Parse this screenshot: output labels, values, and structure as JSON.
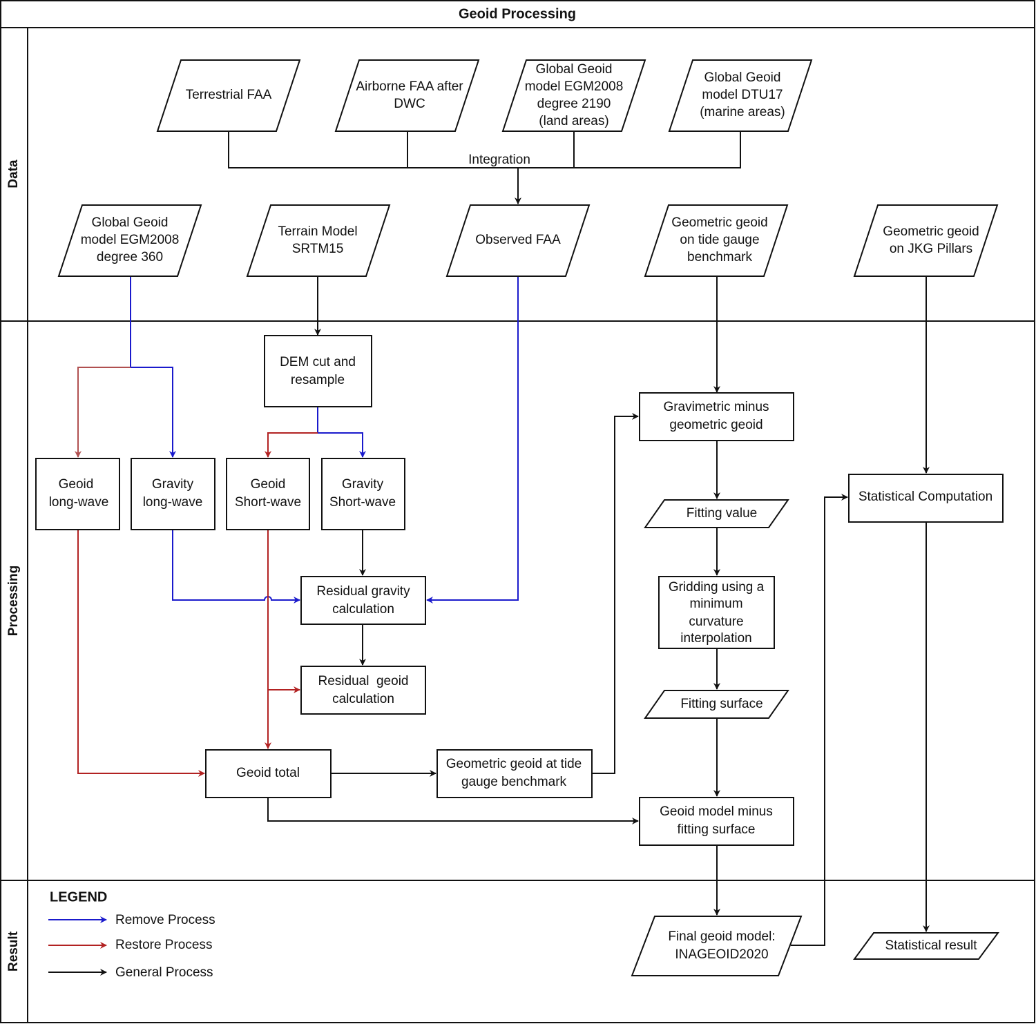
{
  "title": "Geoid Processing",
  "lanes": {
    "data": "Data",
    "processing": "Processing",
    "result": "Result"
  },
  "colors": {
    "remove": "#1a1acc",
    "restore": "#b22222",
    "general": "#111111",
    "restore_muted": "#b05050"
  },
  "nodes": {
    "terrestrial_faa": [
      "Terrestrial FAA"
    ],
    "airborne_faa": [
      "Airborne FAA after",
      "DWC"
    ],
    "egm2008_2190": [
      "Global Geoid",
      "model EGM2008",
      "degree 2190",
      "(land areas)"
    ],
    "dtu17": [
      "Global Geoid",
      "model DTU17",
      "(marine areas)"
    ],
    "integration": "Integration",
    "egm2008_360": [
      "Global Geoid",
      "model EGM2008",
      "degree 360"
    ],
    "srtm15": [
      "Terrain Model",
      "SRTM15"
    ],
    "observed_faa": [
      "Observed FAA"
    ],
    "geom_tide": [
      "Geometric geoid",
      "on tide gauge",
      "benchmark"
    ],
    "geom_jkg": [
      "Geometric geoid",
      "on JKG Pillars"
    ],
    "dem_cut": [
      "DEM cut and",
      "resample"
    ],
    "geoid_long": [
      "Geoid",
      "long-wave"
    ],
    "gravity_long": [
      "Gravity",
      "long-wave"
    ],
    "geoid_short": [
      "Geoid",
      "Short-wave"
    ],
    "gravity_short": [
      "Gravity",
      "Short-wave"
    ],
    "residual_gravity": [
      "Residual gravity",
      "calculation"
    ],
    "residual_geoid": [
      "Residual  geoid",
      "calculation"
    ],
    "geoid_total": [
      "Geoid total"
    ],
    "geom_at_tide": [
      "Geometric geoid at tide",
      "gauge benchmark"
    ],
    "grav_minus_geom": [
      "Gravimetric minus",
      "geometric geoid"
    ],
    "fitting_value": [
      "Fitting value"
    ],
    "gridding": [
      "Gridding using a",
      "minimum",
      "curvature",
      "interpolation"
    ],
    "fitting_surface": [
      "Fitting surface"
    ],
    "geoid_minus_fit": [
      "Geoid model minus",
      "fitting surface"
    ],
    "stat_comp": [
      "Statistical Computation"
    ],
    "final_geoid": [
      "Final geoid model:",
      "INAGEOID2020"
    ],
    "stat_result": [
      "Statistical result"
    ]
  },
  "legend": {
    "title": "LEGEND",
    "items": [
      {
        "label": "Remove Process",
        "color": "#1a1acc"
      },
      {
        "label": "Restore Process",
        "color": "#b22222"
      },
      {
        "label": "General Process",
        "color": "#111111"
      }
    ]
  }
}
